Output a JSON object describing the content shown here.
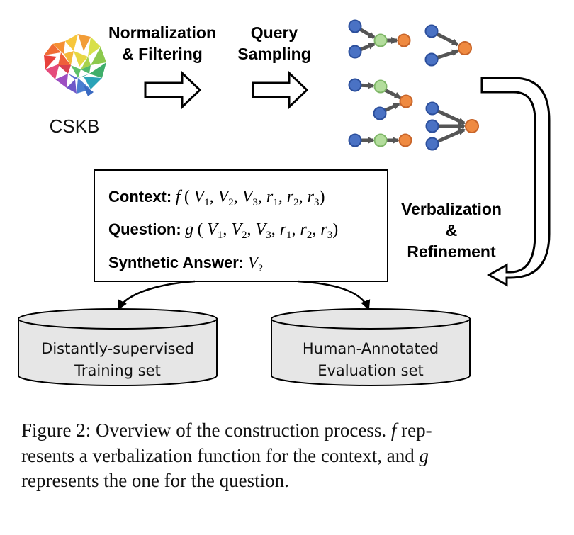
{
  "source": {
    "label": "CSKB"
  },
  "steps": {
    "step1_line1": "Normalization",
    "step1_line2": "& Filtering",
    "step2_line1": "Query",
    "step2_line2": "Sampling",
    "step3_line1": "Verbalization",
    "step3_line2": "&",
    "step3_line3": "Refinement"
  },
  "query_box": {
    "context_label": "Context:",
    "context_func": "f",
    "question_label": "Question:",
    "question_func": "g",
    "args": [
      "V",
      "1",
      ", ",
      "V",
      "2",
      ", ",
      "V",
      "3",
      ", ",
      "r",
      "1",
      ", ",
      "r",
      "2",
      ", ",
      "r",
      "3"
    ],
    "answer_label": "Synthetic Answer:",
    "answer_var": "V",
    "answer_sub": "?"
  },
  "datasets": {
    "training_line1": "Distantly-supervised",
    "training_line2": "Training set",
    "evaluation_line1": "Human-Annotated",
    "evaluation_line2": "Evaluation set"
  },
  "colors": {
    "node_blue": "#4a72c4",
    "node_green": "#b3dd9c",
    "node_orange": "#ef8a41",
    "edge": "#555555",
    "cylinder_fill": "#e6e6e6"
  },
  "caption": {
    "line1_a": "Figure 2: Overview of the construction process. ",
    "line1_f": "f",
    "line1_b": " rep-",
    "line2_a": "resents a verbalization function for the context, and ",
    "line2_g": "g",
    "line3": "represents the one for the question."
  }
}
